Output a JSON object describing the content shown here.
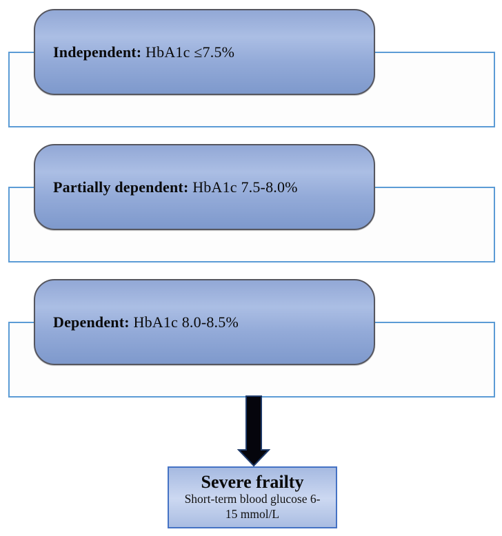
{
  "diagram": {
    "description": "Frailty-stratified HbA1c target flow diagram",
    "tiers": [
      {
        "label": "Independent:",
        "value": "HbA1c ≤7.5%"
      },
      {
        "label": "Partially dependent:",
        "value": "HbA1c 7.5-8.0%"
      },
      {
        "label": "Dependent:",
        "value": "HbA1c 8.0-8.5%"
      }
    ],
    "outcome": {
      "title": "Severe frailty",
      "subtitle_lines": [
        "Short-term blood glucose 6-",
        "15 mmol/L"
      ]
    },
    "colors": {
      "frame_border": "#5b9bd5",
      "box_border": "#55565f",
      "box_gradient_top": "#92a8d6",
      "box_gradient_mid": "#abbee4",
      "box_gradient_bottom": "#7e99cc",
      "arrow_fill": "#05050c",
      "arrow_outline": "#1f3a68",
      "outcome_border": "#4472c4",
      "outcome_fill_light": "#ccd8f1",
      "outcome_fill_dark": "#a6bae1",
      "text": "#0a0a0a"
    }
  }
}
